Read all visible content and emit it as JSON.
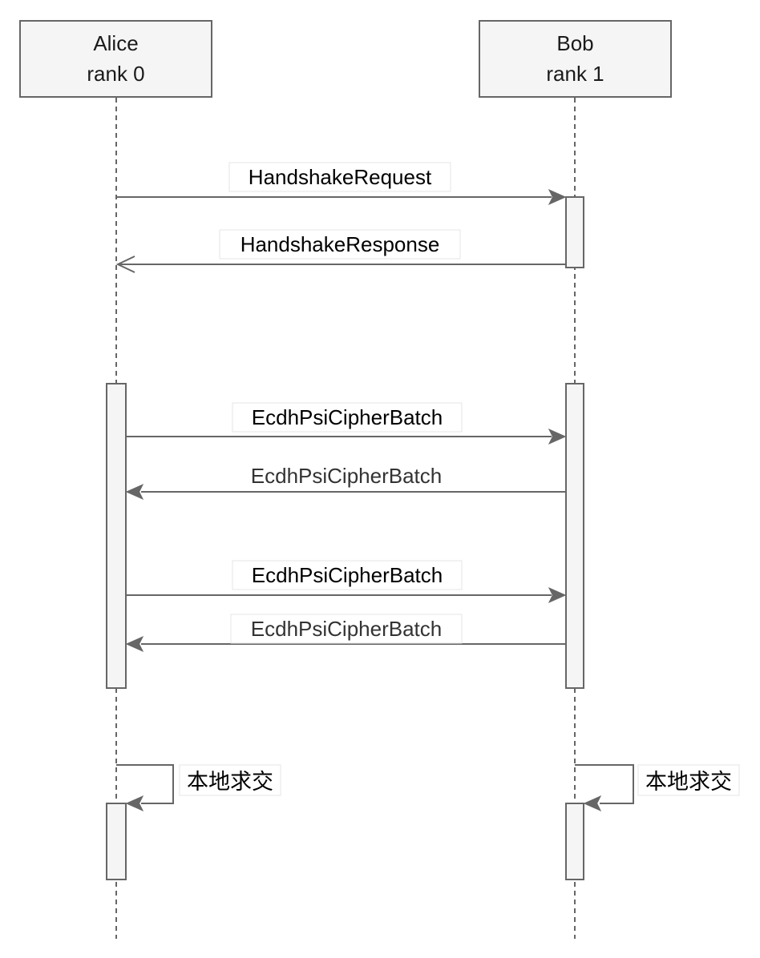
{
  "participants": [
    {
      "name": "Alice",
      "rank": "rank 0"
    },
    {
      "name": "Bob",
      "rank": "rank 1"
    }
  ],
  "messages": [
    {
      "label": "HandshakeRequest",
      "from": "Alice",
      "to": "Bob",
      "style": "solid-filled"
    },
    {
      "label": "HandshakeResponse",
      "from": "Bob",
      "to": "Alice",
      "style": "solid-open"
    },
    {
      "label": "EcdhPsiCipherBatch",
      "from": "Alice",
      "to": "Bob",
      "style": "solid-filled"
    },
    {
      "label": "EcdhPsiCipherBatch",
      "from": "Bob",
      "to": "Alice",
      "style": "solid-filled"
    },
    {
      "label": "EcdhPsiCipherBatch",
      "from": "Alice",
      "to": "Bob",
      "style": "solid-filled"
    },
    {
      "label": "EcdhPsiCipherBatch",
      "from": "Bob",
      "to": "Alice",
      "style": "solid-filled"
    }
  ],
  "self_calls": [
    {
      "participant": "Alice",
      "label": "本地求交"
    },
    {
      "participant": "Bob",
      "label": "本地求交"
    }
  ],
  "colors": {
    "line": "#666666",
    "box_fill": "#f5f5f5",
    "text": "#000000"
  }
}
